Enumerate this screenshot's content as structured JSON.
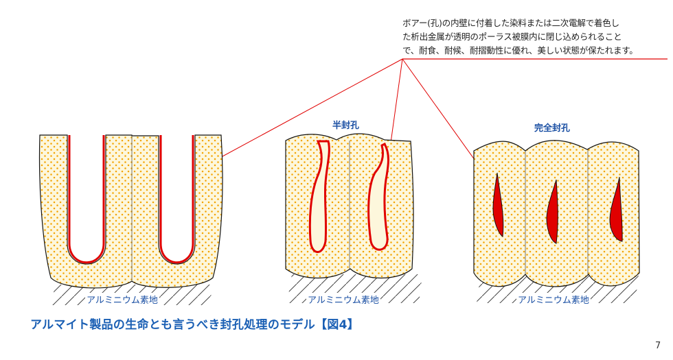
{
  "annotation": {
    "lines": [
      "ボアー(孔)の内壁に付着した染料または二次電解で着色し",
      "た析出金属が透明のポーラス被膜内に閉じ込められること",
      "で、耐食、耐候、耐摺動性に優れ、美しい状態が保たれます。"
    ]
  },
  "stages": [
    {
      "label": "",
      "substrate_label": "アルミニウム素地"
    },
    {
      "label": "半封孔",
      "substrate_label": "アルミニウム素地"
    },
    {
      "label": "完全封孔",
      "substrate_label": "アルミニウム素地"
    }
  ],
  "caption": "アルマイト製品の生命とも言うべき封孔処理のモデル【図4】",
  "page_number": "7",
  "colors": {
    "film_fill": "#fdf7dc",
    "dots": "#f3a400",
    "pore_red": "#e00000",
    "label_blue": "#1a4fa3",
    "caption_blue": "#1a5fb4"
  }
}
